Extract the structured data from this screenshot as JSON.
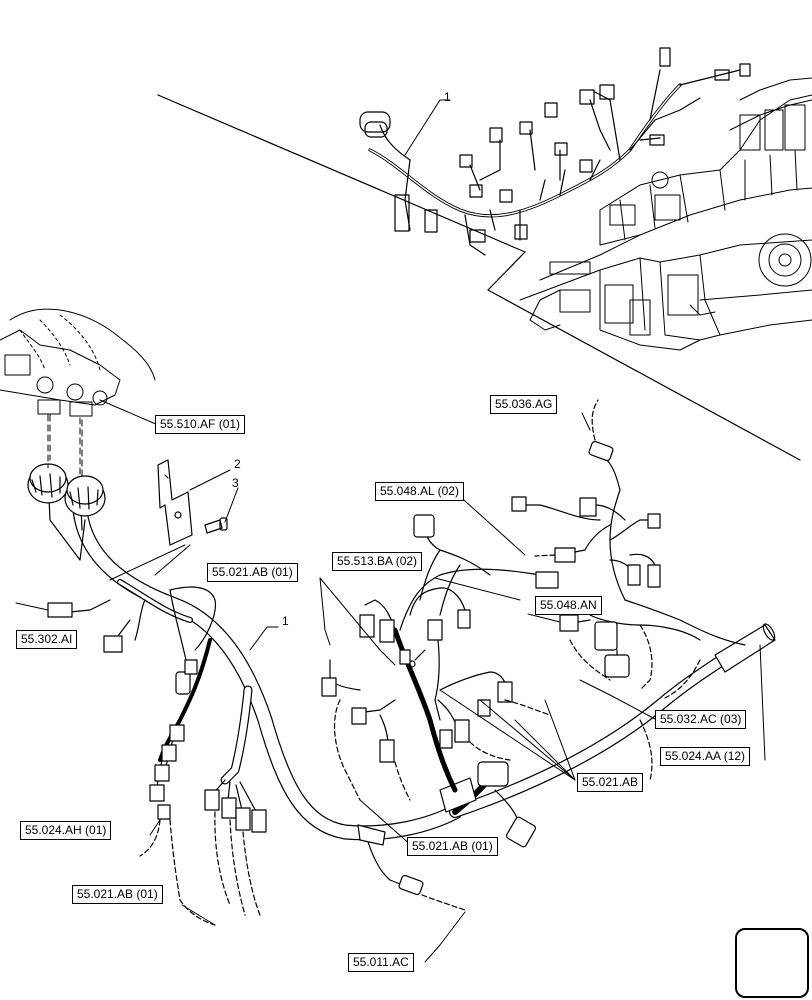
{
  "references": [
    {
      "id": "r1",
      "label": "55.510.AF (01)"
    },
    {
      "id": "r2",
      "label": "55.036.AG"
    },
    {
      "id": "r3",
      "label": "55.048.AL (02)"
    },
    {
      "id": "r4",
      "label": "55.021.AB (01)"
    },
    {
      "id": "r5",
      "label": "55.513.BA (02)"
    },
    {
      "id": "r6",
      "label": "55.048.AN"
    },
    {
      "id": "r7",
      "label": "55.302.AI"
    },
    {
      "id": "r8",
      "label": "55.032.AC (03)"
    },
    {
      "id": "r9",
      "label": "55.024.AA (12)"
    },
    {
      "id": "r10",
      "label": "55.021.AB"
    },
    {
      "id": "r11",
      "label": "55.021.AB (01)"
    },
    {
      "id": "r12",
      "label": "55.024.AH (01)"
    },
    {
      "id": "r13",
      "label": "55.021.AB (01)"
    },
    {
      "id": "r14",
      "label": "55.011.AC"
    }
  ],
  "callouts": [
    {
      "id": "c1",
      "label": "1"
    },
    {
      "id": "c2",
      "label": "2"
    },
    {
      "id": "c3",
      "label": "3"
    },
    {
      "id": "c4",
      "label": "1"
    }
  ],
  "navigation": {
    "icon": "next-page-arrow-icon"
  }
}
